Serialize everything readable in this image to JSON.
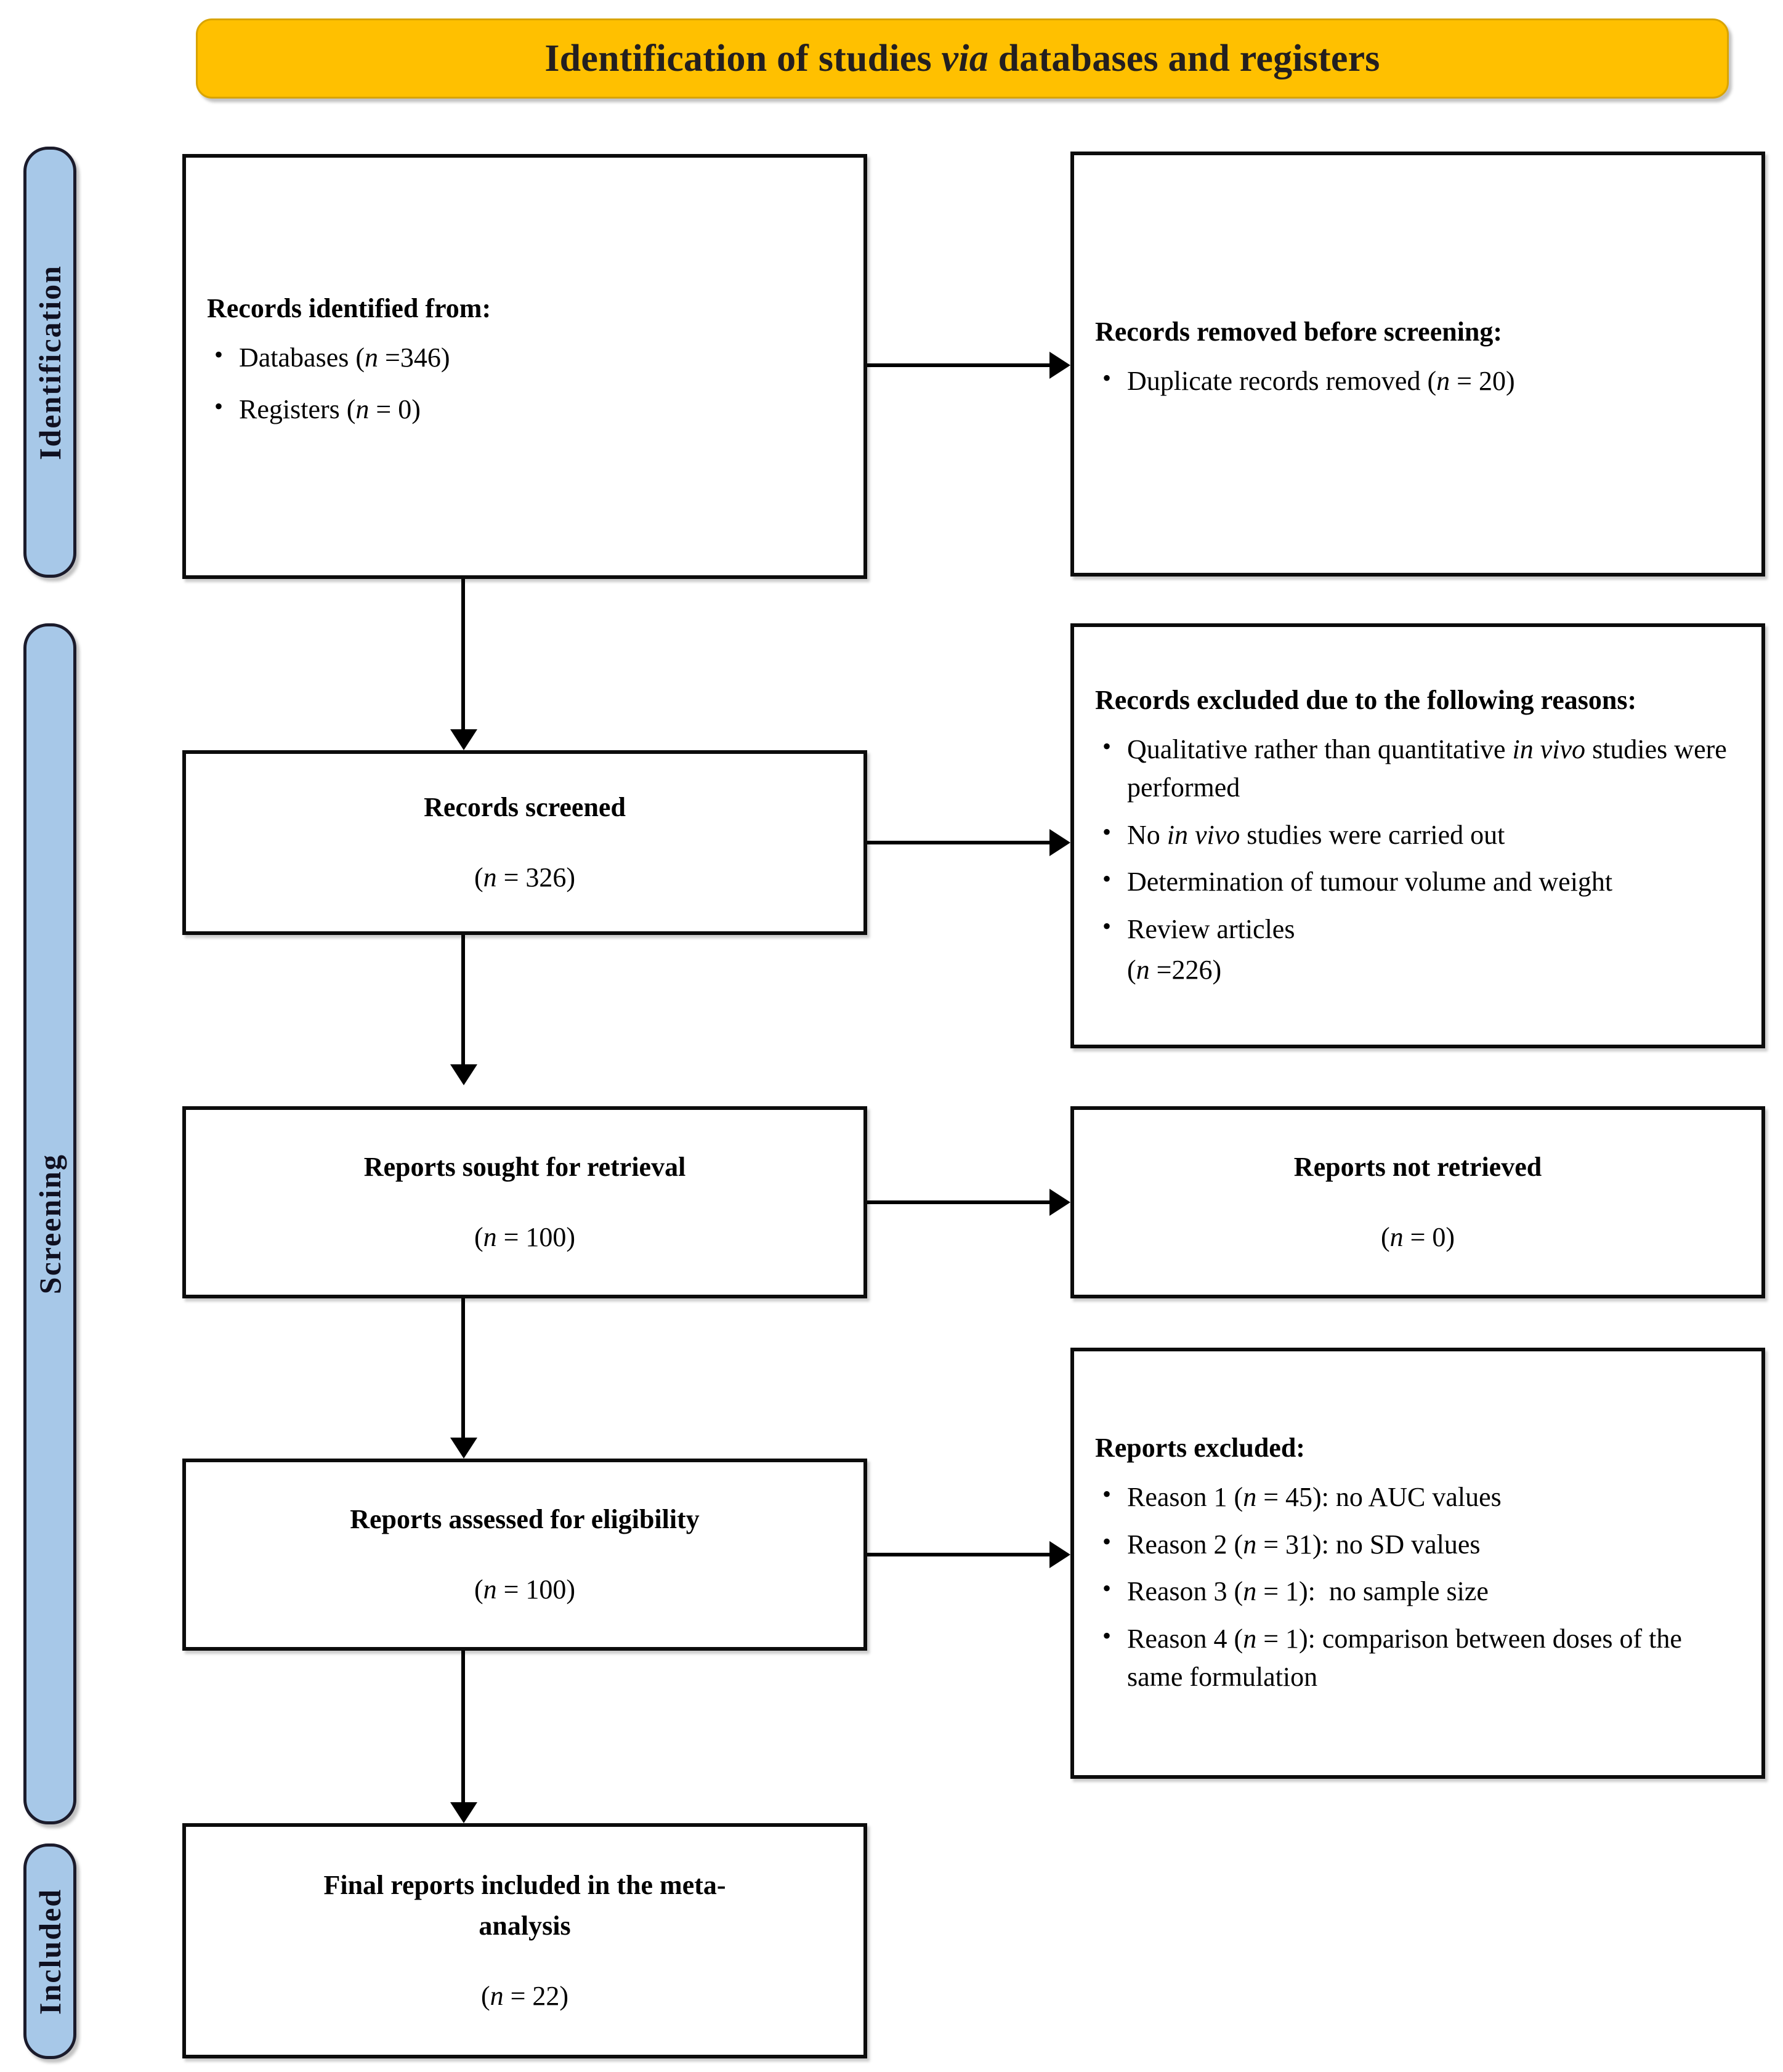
{
  "title": {
    "prefix": "Identification of studies ",
    "italic": "via",
    "suffix": " databases and registers"
  },
  "stages": [
    {
      "key": "identification",
      "label": "Identification"
    },
    {
      "key": "screening",
      "label": "Screening"
    },
    {
      "key": "included",
      "label": "Included"
    }
  ],
  "colors": {
    "title_bar": "#FFC000",
    "title_bar_border": "#d9a400",
    "stage_pill": "#A7C8E8",
    "stage_pill_border": "#1b1b2b",
    "box_border": "#0c0c0c",
    "text": "#000000"
  },
  "boxes": {
    "identified": {
      "heading": "Records identified from:",
      "bullets": [
        "Databases (n =346)",
        "Registers (n = 0)"
      ]
    },
    "removed": {
      "heading": "Records removed before screening:",
      "bullets": [
        "Duplicate records removed (n = 20)"
      ]
    },
    "screened": {
      "heading": "Records screened",
      "count": "(n = 326)"
    },
    "records_excluded": {
      "heading": "Records excluded due to the following reasons:",
      "bullets": [
        "Qualitative rather than quantitative in vivo studies were performed",
        "No in vivo studies were carried out",
        "Determination of tumour volume and weight",
        "Review articles"
      ],
      "count": "(n =226)"
    },
    "sought": {
      "heading": "Reports sought for retrieval",
      "count": "(n = 100)"
    },
    "not_retrieved": {
      "heading": "Reports not retrieved",
      "count": "(n = 0)"
    },
    "assessed": {
      "heading": "Reports assessed for eligibility",
      "count": "(n = 100)"
    },
    "reports_excluded": {
      "heading": "Reports excluded:",
      "bullets": [
        "Reason 1 (n = 45): no AUC values",
        "Reason 2 (n = 31): no SD values",
        "Reason 3 (n = 1):  no sample size",
        "Reason 4 (n = 1): comparison between doses of the same formulation"
      ]
    },
    "final": {
      "heading": "Final reports included in the meta-analysis",
      "count": "(n = 22)"
    }
  }
}
